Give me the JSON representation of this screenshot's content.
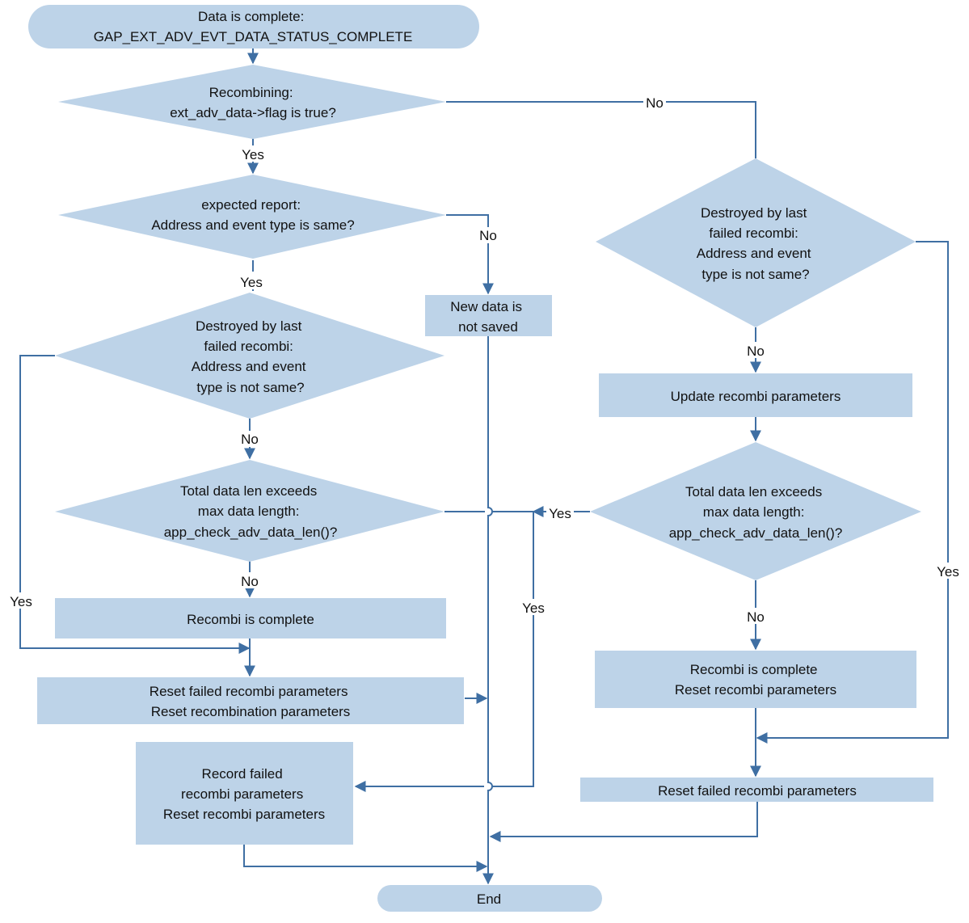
{
  "colors": {
    "shape_fill": "#bdd3e8",
    "line": "#3f6fa3",
    "text": "#111111"
  },
  "nodes": {
    "start": [
      "Data is complete:",
      "GAP_EXT_ADV_EVT_DATA_STATUS_COMPLETE"
    ],
    "recombining": [
      "Recombining:",
      "ext_adv_data->flag is true?"
    ],
    "expected_report": [
      "expected report:",
      "Address and event type is  same?"
    ],
    "new_data_not_saved": [
      "New data is",
      "not saved"
    ],
    "destroyed_left": [
      "Destroyed by last",
      "failed recombi:",
      "Address and event",
      "type is  not same?"
    ],
    "total_len_left": [
      "Total data len exceeds",
      "max data length:",
      "app_check_adv_data_len()?"
    ],
    "recombi_complete_left": [
      "Recombi is complete"
    ],
    "reset_failed_and_recombination": [
      "Reset failed recombi parameters",
      "Reset  recombination parameters"
    ],
    "record_failed": [
      "Record failed",
      "recombi parameters",
      "Reset  recombi parameters"
    ],
    "destroyed_right": [
      "Destroyed by last",
      "failed recombi:",
      "Address and event",
      "type is  not same?"
    ],
    "update_recombi": [
      "Update recombi parameters"
    ],
    "total_len_right": [
      "Total data len exceeds",
      "max data length:",
      "app_check_adv_data_len()?"
    ],
    "recombi_complete_right": [
      "Recombi is complete",
      "Reset  recombi parameters"
    ],
    "reset_failed_right": [
      "Reset failed recombi parameters"
    ],
    "end": [
      "End"
    ]
  },
  "edge_labels": {
    "recombining_no": "No",
    "recombining_yes": "Yes",
    "expected_no": "No",
    "expected_yes": "Yes",
    "destroyed_left_no": "No",
    "destroyed_left_yes": "Yes",
    "total_left_no": "No",
    "total_right_yes": "Yes",
    "total_right_yes_down": "Yes",
    "destroyed_right_no": "No",
    "destroyed_right_yes": "Yes",
    "total_right_no": "No"
  }
}
